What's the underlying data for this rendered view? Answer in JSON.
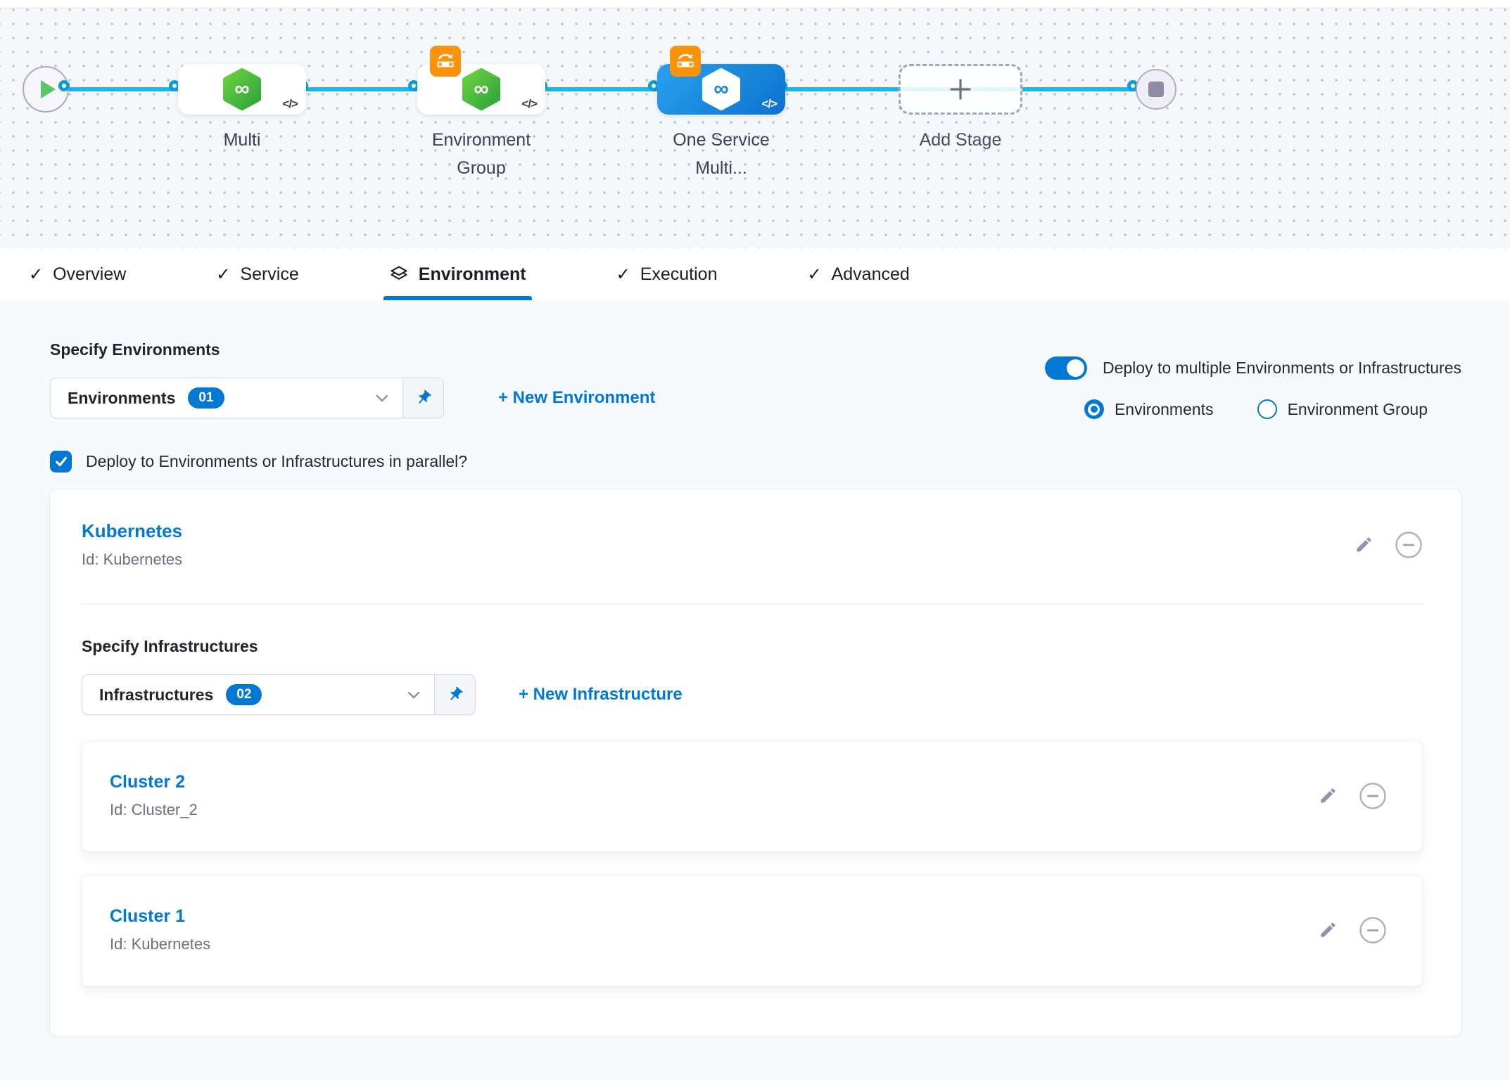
{
  "glyphs": {
    "infinity": "∞",
    "code": "</>",
    "check": "✓"
  },
  "pipeline": {
    "node_labels": {
      "multi": "Multi",
      "environment_group": "Environment Group",
      "one_service": "One Service Multi...",
      "add_stage": "Add Stage"
    }
  },
  "tabs": [
    {
      "label": "Overview",
      "active": false
    },
    {
      "label": "Service",
      "active": false
    },
    {
      "label": "Environment",
      "active": true
    },
    {
      "label": "Execution",
      "active": false
    },
    {
      "label": "Advanced",
      "active": false
    }
  ],
  "environment": {
    "heading": "Specify Environments",
    "dropdown_label": "Environments",
    "dropdown_count": "01",
    "new_environment_link": "+ New Environment",
    "deploy_multiple_label": "Deploy to multiple Environments or Infrastructures",
    "radio_environments": "Environments",
    "radio_environment_group": "Environment Group",
    "parallel_label": "Deploy to Environments or Infrastructures in parallel?"
  },
  "environment_card": {
    "title": "Kubernetes",
    "id_text": "Id: Kubernetes"
  },
  "infrastructure": {
    "heading": "Specify Infrastructures",
    "dropdown_label": "Infrastructures",
    "dropdown_count": "02",
    "new_infrastructure_link": "+ New Infrastructure",
    "items": [
      {
        "title": "Cluster 2",
        "id_text": "Id: Cluster_2"
      },
      {
        "title": "Cluster 1",
        "id_text": "Id: Kubernetes"
      }
    ]
  },
  "colors": {
    "primary": "#0278D5",
    "connector": "#1FB3EA",
    "node_green": "#3FB83C",
    "selected_node_blue": "#1286DB",
    "badge_orange": "#F9930B"
  }
}
